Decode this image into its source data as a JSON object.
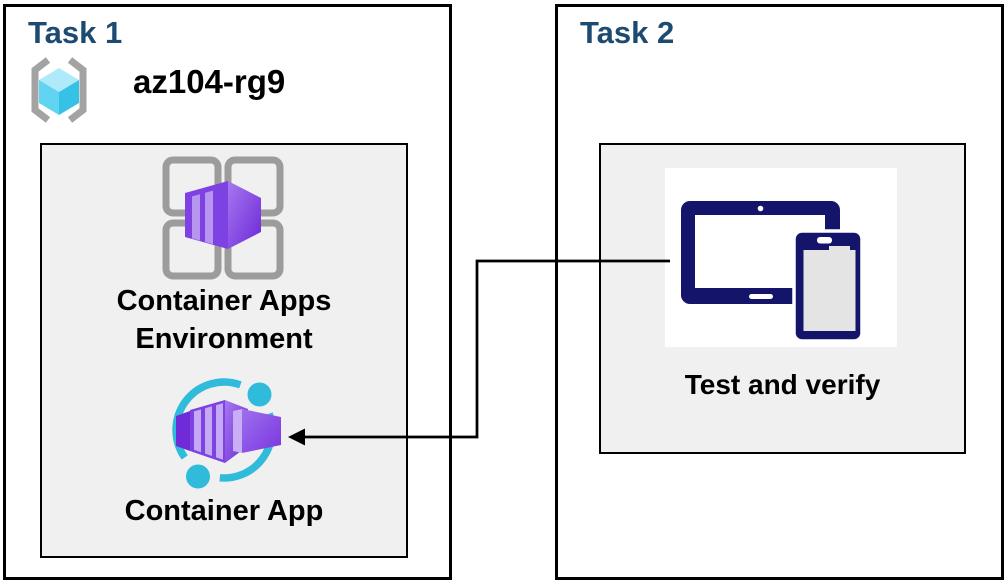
{
  "task1": {
    "title": "Task 1",
    "resource_group": {
      "name": "az104-rg9",
      "icon": "resource-group-icon"
    },
    "environment_label": "Container Apps Environment",
    "environment_icon": "container-apps-environment-icon",
    "app_label": "Container App",
    "app_icon": "container-app-icon"
  },
  "task2": {
    "title": "Task 2",
    "verify_label": "Test and verify",
    "verify_icon": "tablet-phone-icon"
  },
  "connector": {
    "from": "tablet-phone-icon",
    "to": "container-app-icon",
    "style": "right-angle elbow, arrowhead pointing left at Container App"
  },
  "colors": {
    "title_blue": "#1C4A70",
    "box_border": "#000000",
    "inner_box_fill": "#F0F0F1",
    "device_navy": "#14146B",
    "cyan_ring": "#2FBBD9",
    "purple_light": "#9E70EE",
    "purple_dark": "#6C28D6",
    "bracket_gray": "#A3A3A3",
    "grid_gray": "#9C9C9C",
    "cube_top": "#AEEAF9",
    "cube_left": "#60D4F0",
    "cube_right": "#36C2E6"
  }
}
